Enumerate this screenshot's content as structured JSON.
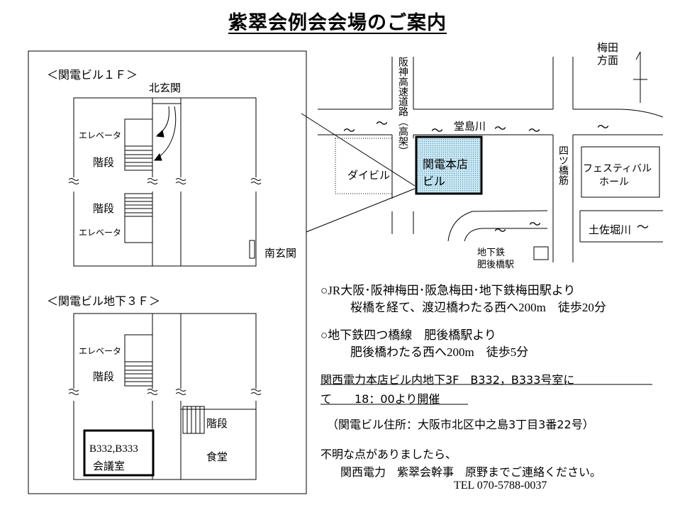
{
  "title": "紫翠会例会会場のご案内",
  "floor_1f": {
    "heading": "＜関電ビル１Ｆ＞",
    "north_entrance": "北玄関",
    "south_entrance": "南玄関",
    "elevator_label": "エレベータ",
    "stairs_label": "階段"
  },
  "floor_b3": {
    "heading": "＜関電ビル地下３Ｆ＞",
    "elevator_label": "エレベータ",
    "stairs_label": "階段",
    "stairs_label_2": "階段",
    "room_code": "B332,B333",
    "room_label": "会議室",
    "cafeteria": "食堂"
  },
  "map": {
    "umeda_1": "梅田",
    "umeda_2": "方面",
    "highway": "阪神高速道路（高架）",
    "dojima_river": "堂島川",
    "dai_building": "ダイビル",
    "kanden_1": "関電本店",
    "kanden_2": "ビル",
    "yotsubashi": "四ツ橋筋",
    "festival_1": "フェスティバル",
    "festival_2": "ホール",
    "tosabori": "土佐堀川",
    "subway_1": "地下鉄",
    "subway_2": "肥後橋駅",
    "wave": "～",
    "kanden_fill": "#bfe0ee"
  },
  "info": {
    "route1_line1": "○JR大阪･阪神梅田･阪急梅田･地下鉄梅田駅より",
    "route1_line2": "桜橋を経て、渡辺橋わたる西へ200m　徒歩20分",
    "route2_line1": "○地下鉄四つ橋線　肥後橋駅より",
    "route2_line2": "肥後橋わたる西へ200m　徒歩5分",
    "venue_line1": "関西電力本店ビル内地下3F　B332，B333号室に",
    "venue_line2": "て　　18：00より開催",
    "address": "（関電ビル住所：大阪市北区中之島3丁目3番22号）",
    "contact_line1": "不明な点がありましたら、",
    "contact_line2": "関西電力　紫翠会幹事　原野までご連絡ください。",
    "tel": "TEL 070-5788-0037"
  }
}
